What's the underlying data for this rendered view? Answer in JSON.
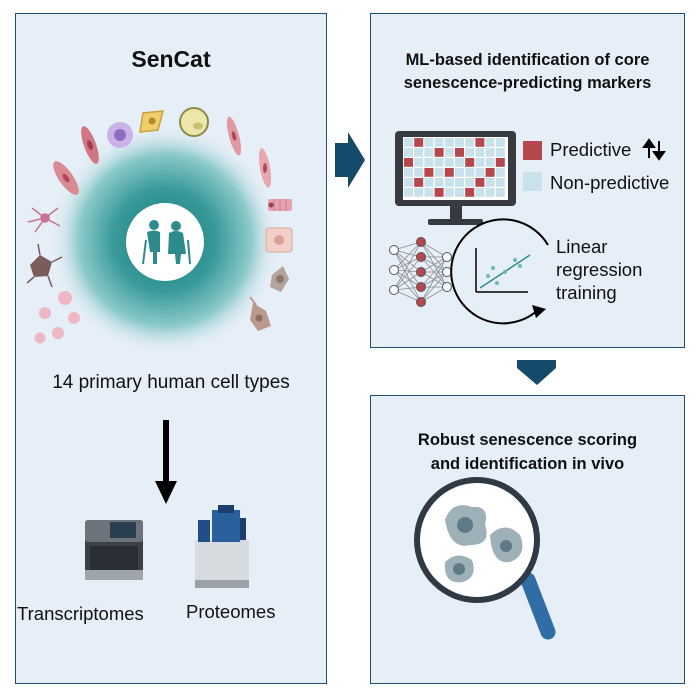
{
  "left_panel": {
    "title": "SenCat",
    "subtitle": "14 primary human cell types",
    "outputs": [
      "Transcriptomes",
      "Proteomes"
    ]
  },
  "top_right_panel": {
    "title_line1": "ML-based identification of core",
    "title_line2": "senescence-predicting markers",
    "legend": [
      {
        "label": "Predictive",
        "color": "#b5474d",
        "icon": "up-down-arrows-icon"
      },
      {
        "label": "Non-predictive",
        "color": "#c9e1ea"
      }
    ],
    "method_line1": "Linear",
    "method_line2": "regression",
    "method_line3": "training"
  },
  "bottom_right_panel": {
    "title_line1": "Robust senescence scoring",
    "title_line2": "and identification in vivo"
  },
  "colors": {
    "panel_bg": "#e6eef7",
    "panel_border": "#1f4e6e",
    "arrow": "#164a6b",
    "accent_teal": "#2e8b8b",
    "predictive": "#b5474d",
    "non_predictive": "#c9e1ea"
  }
}
